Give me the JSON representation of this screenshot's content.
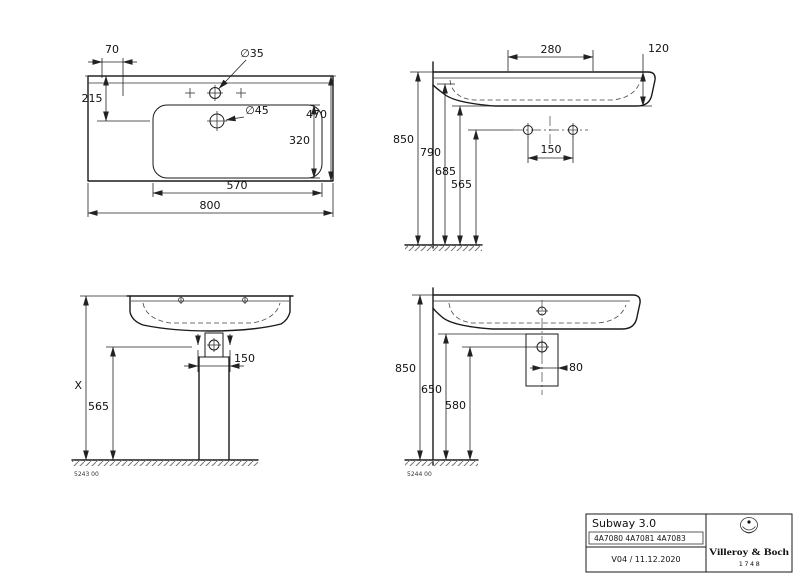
{
  "title_block": {
    "product_name": "Subway 3.0",
    "article_numbers": "4A7080 4A7081 4A7083",
    "version_date": "V04 / 11.12.2020",
    "brand_name": "Villeroy & Boch",
    "brand_year": "1748",
    "brand_logo_icon": "villeroy-boch-emblem"
  },
  "plan_view": {
    "dim_70": "70",
    "dim_tap_hole": "∅35",
    "dim_215": "215",
    "dim_drain_hole": "∅45",
    "dim_470": "470",
    "dim_320": "320",
    "dim_570": "570",
    "dim_800": "800"
  },
  "side_view": {
    "dim_280": "280",
    "dim_120": "120",
    "dim_850": "850",
    "dim_790": "790",
    "dim_685": "685",
    "dim_565": "565",
    "dim_150": "150"
  },
  "front_view": {
    "dim_height_var": "X",
    "dim_565": "565",
    "dim_150": "150",
    "drawing_code": "5243 00"
  },
  "outlet_view": {
    "dim_850": "850",
    "dim_650": "650",
    "dim_580": "580",
    "dim_80": "80",
    "drawing_code": "5244 00"
  }
}
